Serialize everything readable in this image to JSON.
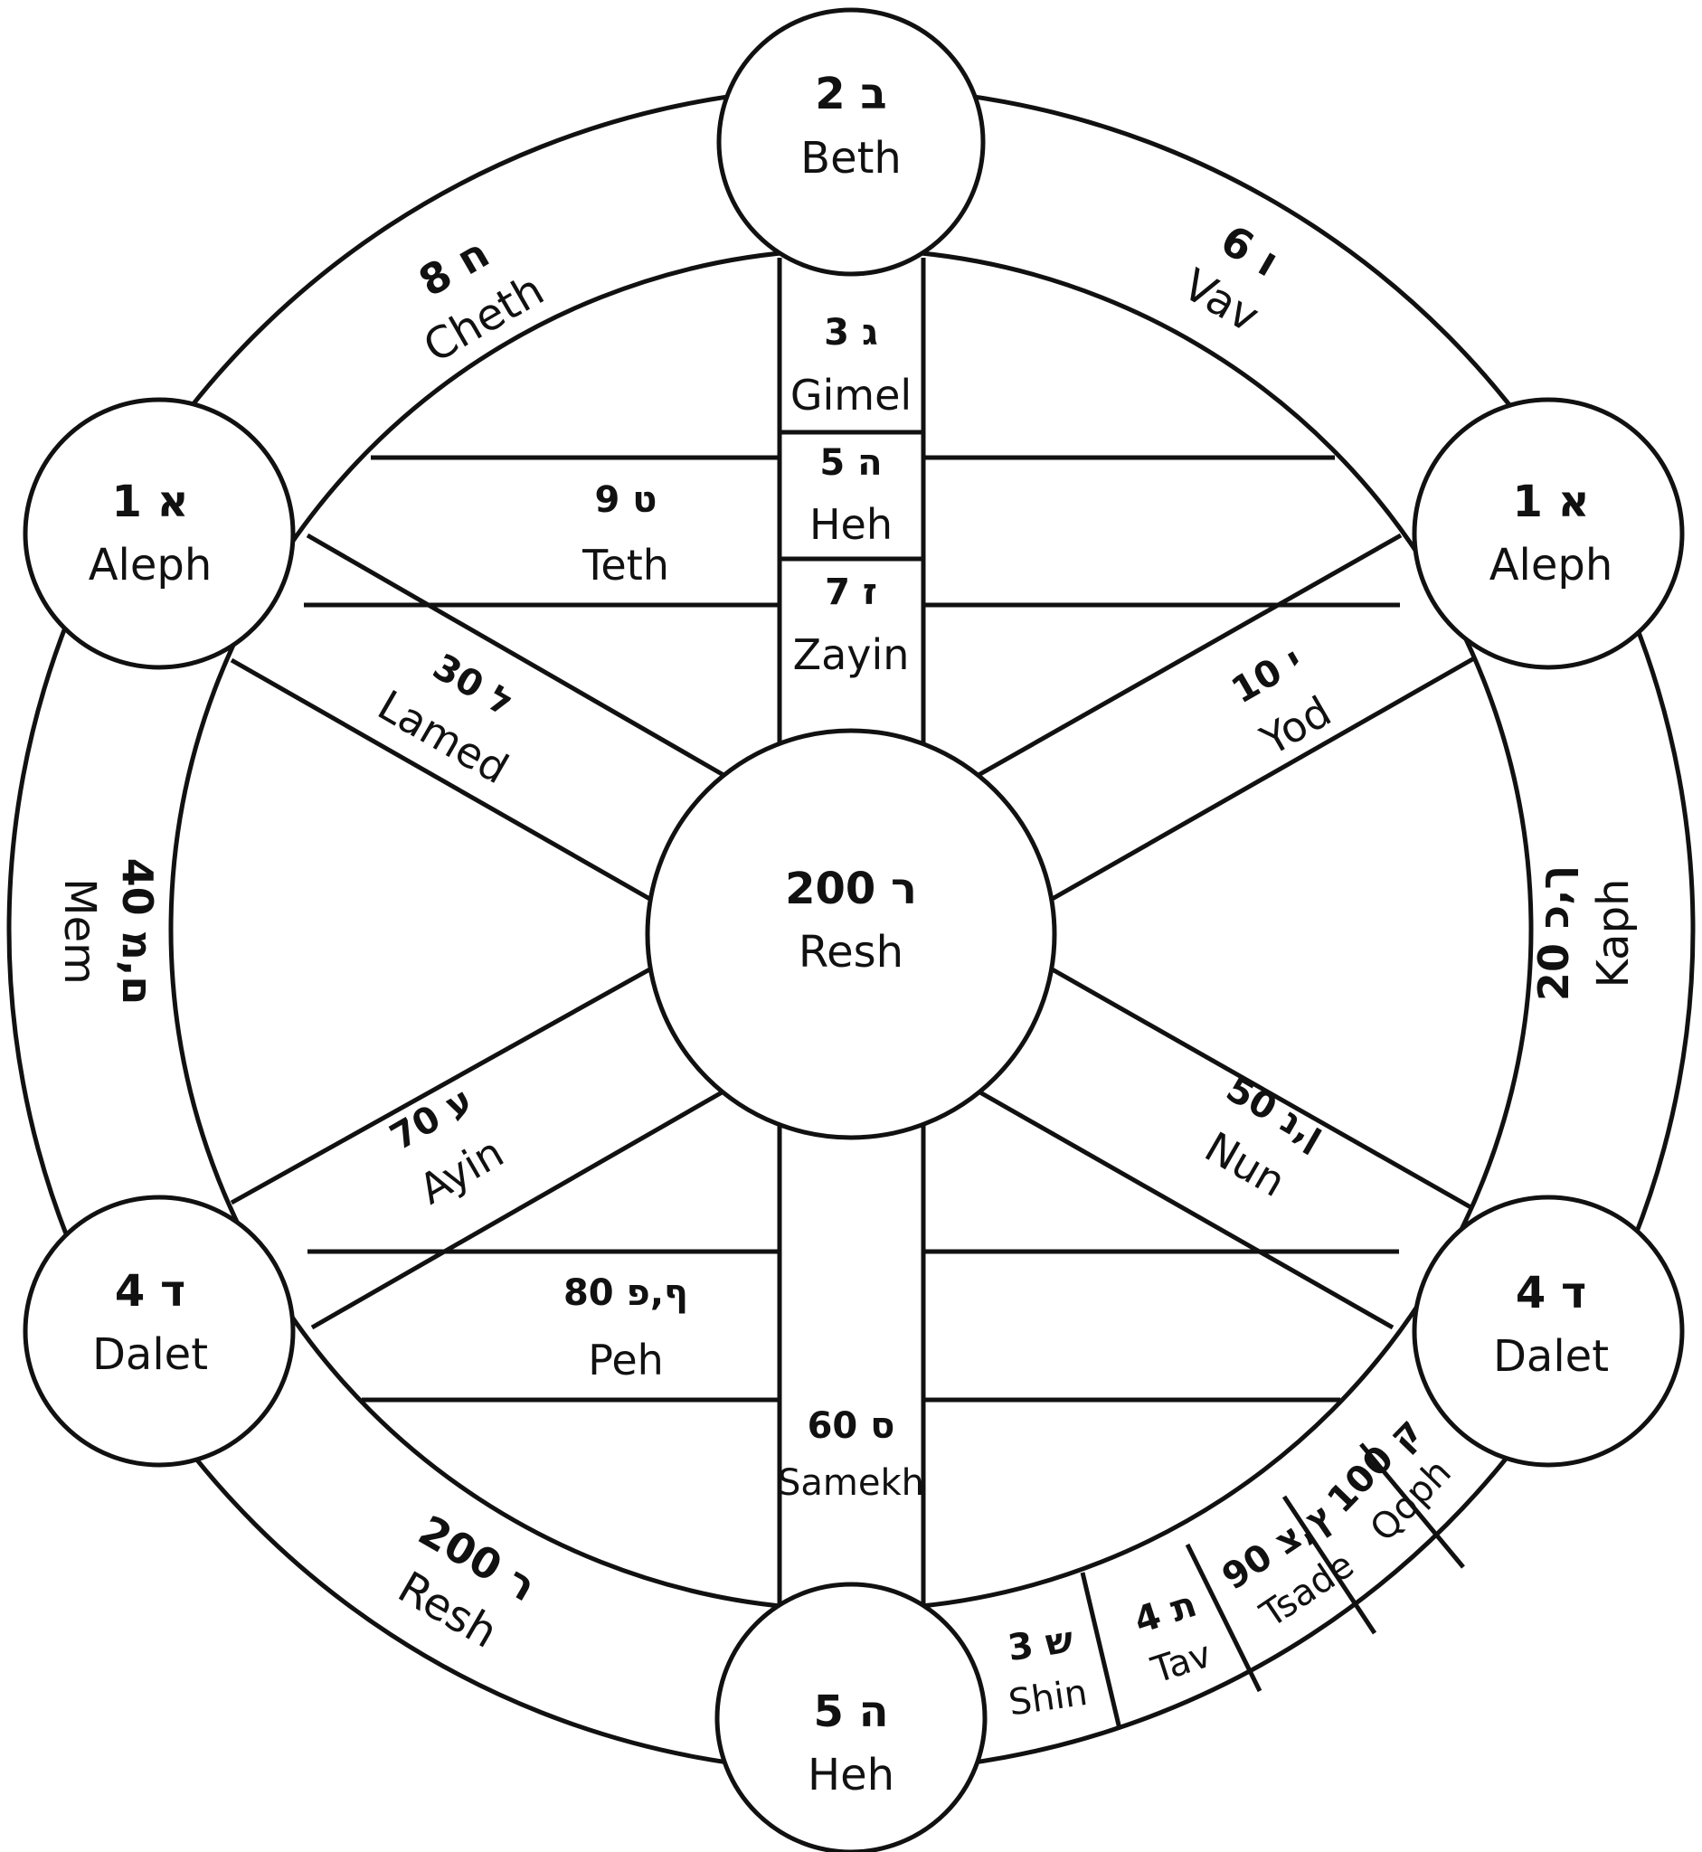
{
  "colors": {
    "stroke": "#111111",
    "background": "#ffffff"
  },
  "nodes": {
    "top": {
      "line1": "ב 2",
      "name": "Beth"
    },
    "upper_left": {
      "line1": "א 1",
      "name": "Aleph"
    },
    "upper_right": {
      "line1": "א 1",
      "name": "Aleph"
    },
    "lower_left": {
      "line1": "ד 4",
      "name": "Dalet"
    },
    "lower_right": {
      "line1": "ד 4",
      "name": "Dalet"
    },
    "bottom": {
      "line1": "ה 5",
      "name": "Heh"
    },
    "center": {
      "line1": "ר 200",
      "name": "Resh"
    }
  },
  "arcs": {
    "cheth": {
      "line1": "ח 8",
      "name": "Cheth"
    },
    "vav": {
      "line1": "ו 6",
      "name": "Vav"
    },
    "mem": {
      "line1": "ם,מ 40",
      "name": "Mem"
    },
    "kaph": {
      "line1": "ך,כ 20",
      "name": "Kaph"
    },
    "resh": {
      "line1": "ר 200",
      "name": "Resh"
    },
    "shin": {
      "line1": "ש 3",
      "name": "Shin"
    },
    "tav": {
      "line1": "ת 4",
      "name": "Tav"
    },
    "tsade": {
      "line1": "ץ,צ 90",
      "name": "Tsade"
    },
    "qoph": {
      "line1": "ק 100",
      "name": "Qoph"
    }
  },
  "spokes": {
    "gimel": {
      "line1": "ג 3",
      "name": "Gimel"
    },
    "heh": {
      "line1": "ה 5",
      "name": "Heh"
    },
    "zayin": {
      "line1": "ז 7",
      "name": "Zayin"
    },
    "teth": {
      "line1": "ט 9",
      "name": "Teth"
    },
    "yod": {
      "line1": "י 10",
      "name": "Yod"
    },
    "lamed": {
      "line1": "ל 30",
      "name": "Lamed"
    },
    "nun": {
      "line1": "ן,נ 50",
      "name": "Nun"
    },
    "ayin": {
      "line1": "ע 70",
      "name": "Ayin"
    },
    "peh": {
      "line1": "ף,פ 80",
      "name": "Peh"
    },
    "samekh": {
      "line1": "ס 60",
      "name": "Samekh"
    }
  }
}
